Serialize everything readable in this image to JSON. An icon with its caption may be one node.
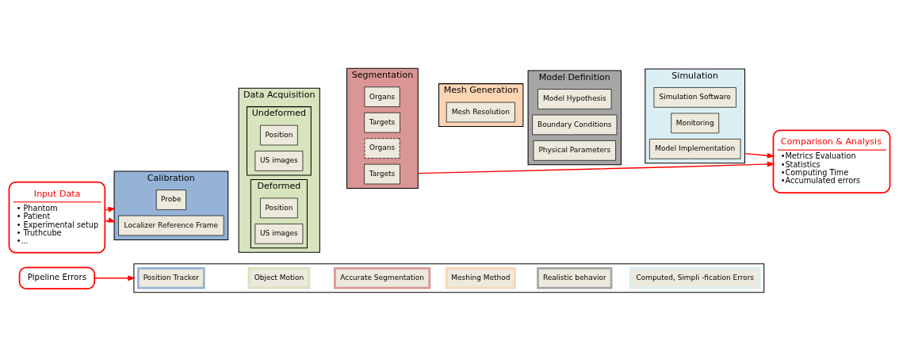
{
  "diagram": {
    "nodes": [
      {
        "text": [
          "Input Data",
          "• Phantom",
          "• Patient",
          "• Experimental setup",
          "• Truthcube",
          "•..."
        ]
      },
      {
        "text": [
          "Calibration"
        ]
      },
      {
        "text": [
          "Probe"
        ],
        "in": 1
      },
      {
        "text": [
          "Localizer Reference Frame"
        ],
        "in": 1
      },
      {
        "text": [
          "Data Acquisition"
        ]
      },
      {
        "text": [
          "Undeformed"
        ],
        "in": 4
      },
      {
        "text": [
          "Position"
        ],
        "in": 5
      },
      {
        "text": [
          "US images"
        ],
        "in": 5
      },
      {
        "text": [
          "Deformed"
        ],
        "in": 4
      },
      {
        "text": [
          "Position"
        ],
        "in": 8
      },
      {
        "text": [
          "US images"
        ],
        "in": 8
      },
      {
        "text": [
          "Segmentation"
        ]
      },
      {
        "text": [
          "Organs"
        ],
        "in": 11
      },
      {
        "text": [
          "Targets"
        ],
        "in": 11
      },
      {
        "text": [
          "Organs"
        ],
        "in": 11
      },
      {
        "text": [
          "Targets"
        ],
        "in": 11
      },
      {
        "text": [
          "Mesh Generation"
        ]
      },
      {
        "text": [
          "Mesh Resolution"
        ],
        "in": 16
      },
      {
        "text": [
          "Model Definition"
        ]
      },
      {
        "text": [
          "Model Hypothesis"
        ],
        "in": 18
      },
      {
        "text": [
          "Boundary Conditions"
        ],
        "in": 18
      },
      {
        "text": [
          "Physical Parameters"
        ],
        "in": 18
      },
      {
        "text": [
          "Simulation"
        ]
      },
      {
        "text": [
          "Simulation Software"
        ],
        "in": 22
      },
      {
        "text": [
          "Monitoring"
        ],
        "in": 22
      },
      {
        "text": [
          "Model Implementation"
        ],
        "in": 22
      },
      {
        "text": [
          "Comparison & Analysis",
          "•Metrics Evaluation",
          "•Statistics",
          "•Computing Time",
          "•Accumulated errors"
        ]
      },
      {
        "text": [
          "Pipeline Errors"
        ]
      },
      {
        "text": [],
        "shape": "bar"
      },
      {
        "text": [
          "Position Tracker"
        ],
        "in": 28
      },
      {
        "text": [
          "Object Motion"
        ],
        "in": 28
      },
      {
        "text": [
          "Accurate Segmentation"
        ],
        "in": 28
      },
      {
        "text": [
          "Meshing Method"
        ],
        "in": 28
      },
      {
        "text": [
          "Realistic behavior"
        ],
        "in": 28
      },
      {
        "text": [
          "Computed, Simpli -fication Errors"
        ],
        "in": 28
      }
    ],
    "edges": [
      {
        "from": 0,
        "to": 1,
        "arrow": "to"
      },
      {
        "from": 0,
        "to": 1,
        "arrow": "to"
      },
      {
        "from": 11,
        "to": 26,
        "arrow": "to"
      },
      {
        "from": 22,
        "to": 26,
        "arrow": "to"
      },
      {
        "from": 27,
        "to": 28,
        "arrow": "to"
      }
    ]
  }
}
